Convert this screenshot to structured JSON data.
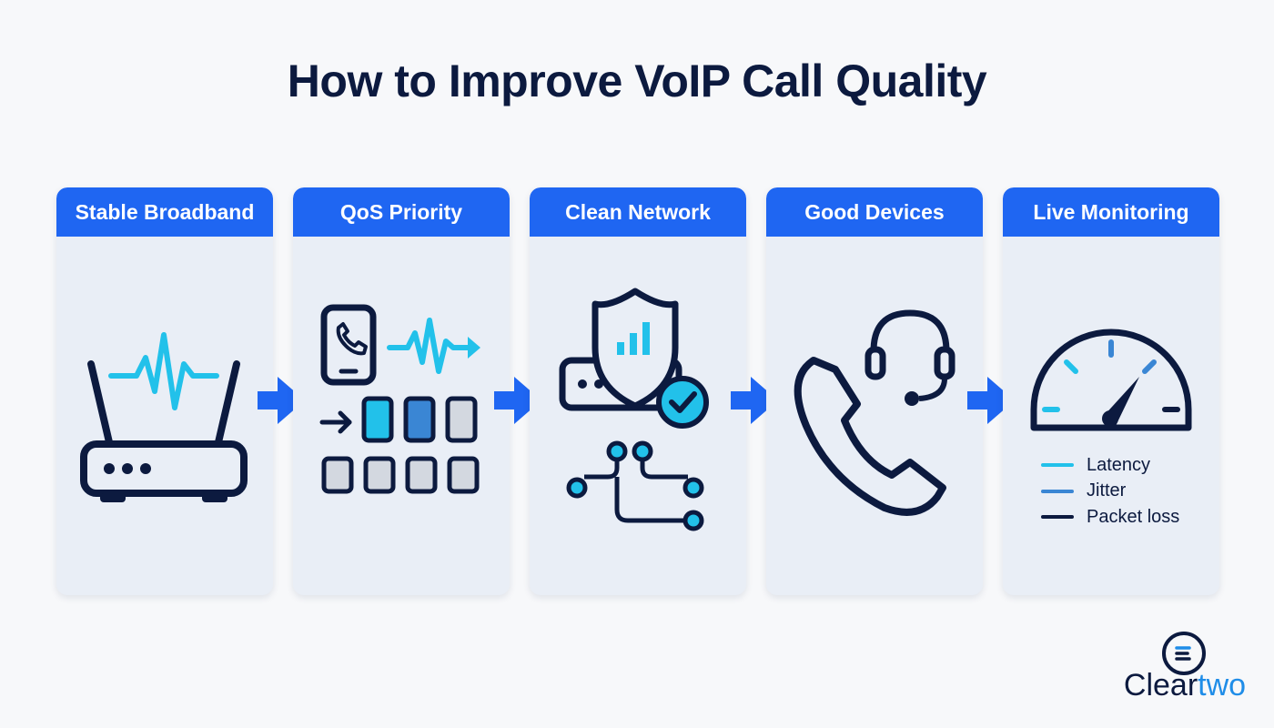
{
  "title": "How to Improve VoIP Call Quality",
  "colors": {
    "navy": "#0c1a3f",
    "blue": "#1f66f2",
    "cyan": "#22c1ea",
    "mid_blue": "#3a86d4",
    "card_bg": "#e9eef6",
    "grey_cell": "#d3d8e0"
  },
  "steps": [
    {
      "label": "Stable Broadband",
      "icon": "router-signal-icon"
    },
    {
      "label": "QoS Priority",
      "icon": "qos-priority-icon"
    },
    {
      "label": "Clean Network",
      "icon": "shield-network-icon"
    },
    {
      "label": "Good Devices",
      "icon": "phone-headset-icon"
    },
    {
      "label": "Live Monitoring",
      "icon": "gauge-icon"
    }
  ],
  "arrow_icon": "right-arrow-icon",
  "legend": [
    {
      "label": "Latency",
      "color": "#22c1ea"
    },
    {
      "label": "Jitter",
      "color": "#3a86d4"
    },
    {
      "label": "Packet loss",
      "color": "#0c1a3f"
    }
  ],
  "brand": {
    "name_part1": "Clear",
    "name_part2": "two",
    "icon": "brand-logo-icon"
  }
}
